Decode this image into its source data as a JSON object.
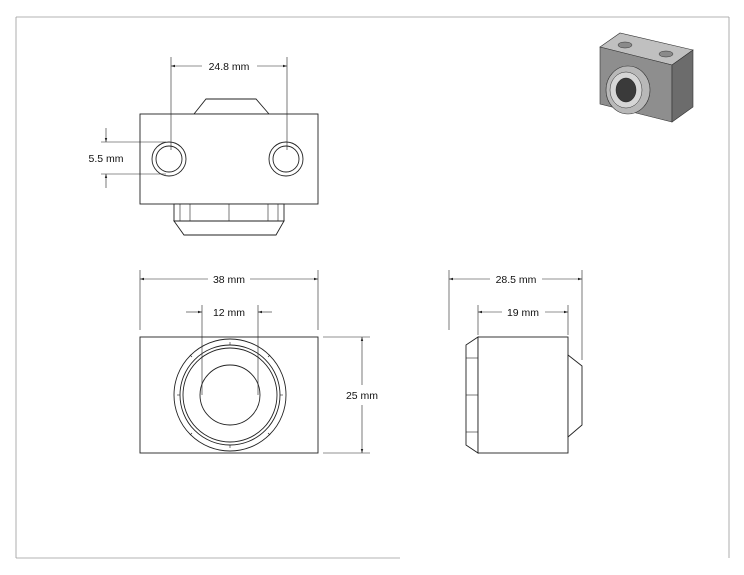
{
  "dimensions": {
    "hole_spacing": "24.8 mm",
    "hole_diameter": "5.5 mm",
    "width": "38 mm",
    "bore": "12 mm",
    "height": "25 mm",
    "depth": "28.5 mm",
    "body_depth": "19 mm"
  },
  "colors": {
    "border": "#9a9a9a",
    "line": "#222222",
    "iso_top": "#bdbdbd",
    "iso_front": "#8a8a8a",
    "iso_side": "#6e6e6e"
  }
}
